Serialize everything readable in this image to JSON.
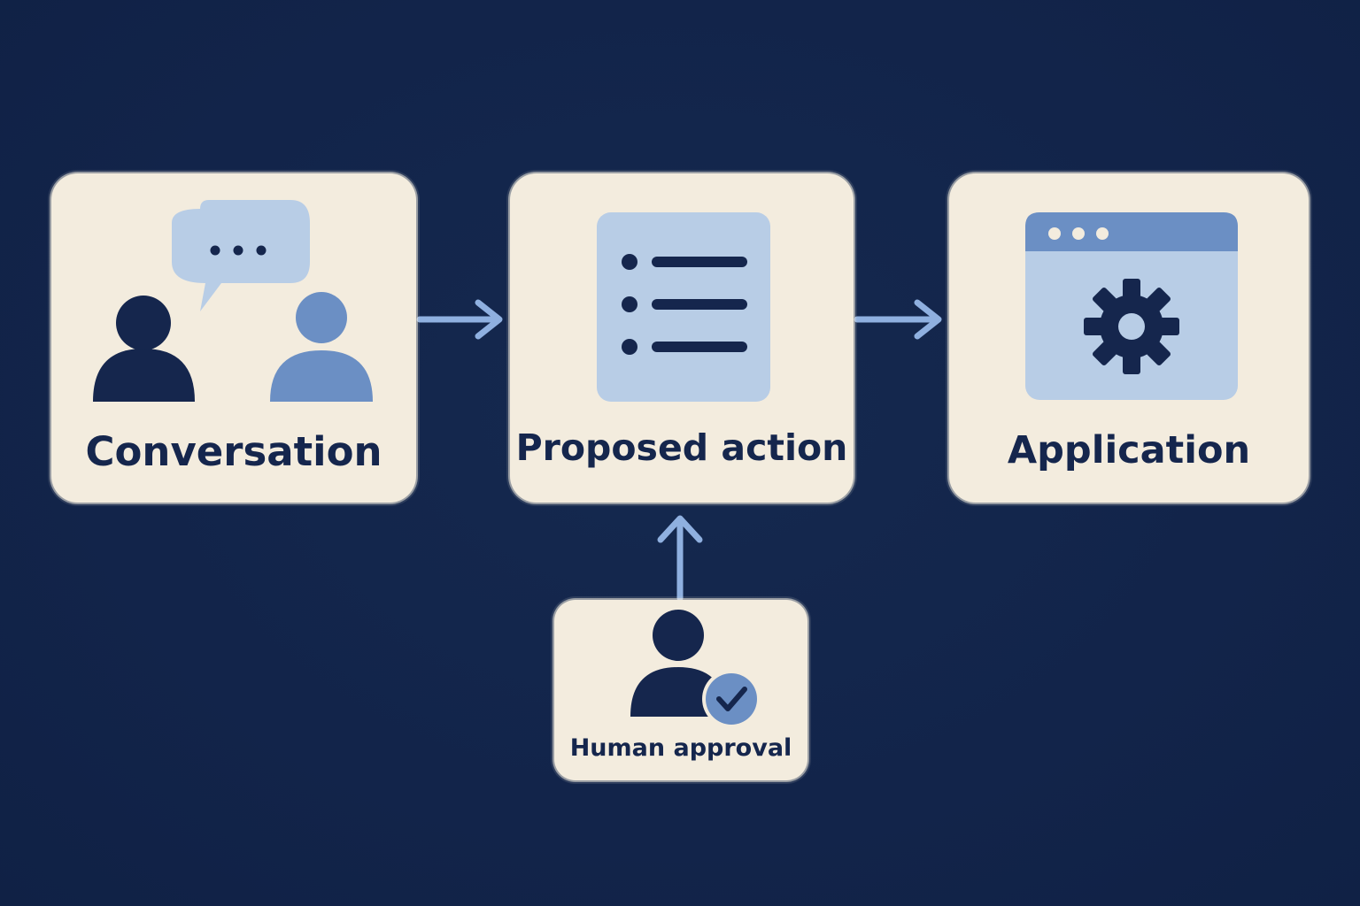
{
  "diagram": {
    "nodes": [
      {
        "id": "conversation",
        "label": "Conversation",
        "icon": "people-chat-icon"
      },
      {
        "id": "proposed_action",
        "label": "Proposed action",
        "icon": "list-document-icon"
      },
      {
        "id": "application",
        "label": "Application",
        "icon": "app-window-gear-icon"
      },
      {
        "id": "human_approval",
        "label": "Human approval",
        "icon": "person-check-icon"
      }
    ],
    "edges": [
      {
        "from": "conversation",
        "to": "proposed_action"
      },
      {
        "from": "proposed_action",
        "to": "application"
      },
      {
        "from": "human_approval",
        "to": "proposed_action"
      }
    ]
  },
  "colors": {
    "background": "#13264f",
    "card": "#f3ecde",
    "dark_navy": "#15264d",
    "mid_blue": "#6b8fc4",
    "light_blue": "#b8cde6",
    "arrow": "#8fb0e0"
  }
}
